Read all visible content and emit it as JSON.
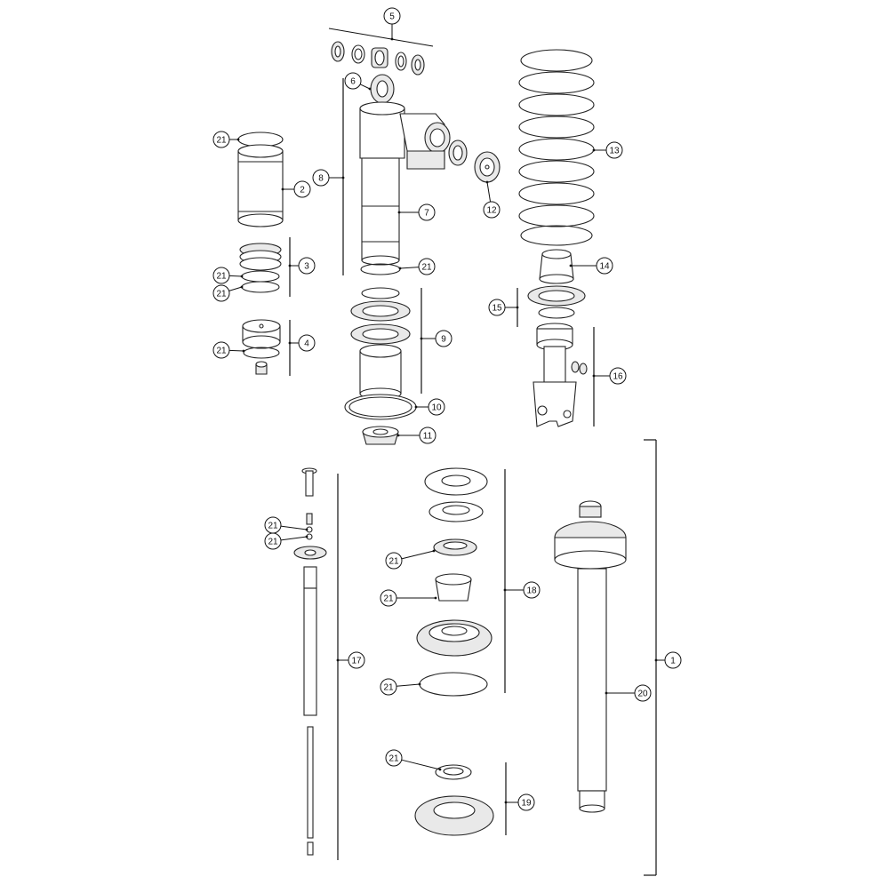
{
  "callouts": [
    {
      "label": "5"
    },
    {
      "label": "6"
    },
    {
      "label": "21"
    },
    {
      "label": "2"
    },
    {
      "label": "8"
    },
    {
      "label": "7"
    },
    {
      "label": "12"
    },
    {
      "label": "13"
    },
    {
      "label": "21"
    },
    {
      "label": "3"
    },
    {
      "label": "21"
    },
    {
      "label": "21"
    },
    {
      "label": "14"
    },
    {
      "label": "15"
    },
    {
      "label": "9"
    },
    {
      "label": "21"
    },
    {
      "label": "4"
    },
    {
      "label": "16"
    },
    {
      "label": "10"
    },
    {
      "label": "11"
    },
    {
      "label": "21"
    },
    {
      "label": "21"
    },
    {
      "label": "21"
    },
    {
      "label": "18"
    },
    {
      "label": "21"
    },
    {
      "label": "17"
    },
    {
      "label": "1"
    },
    {
      "label": "21"
    },
    {
      "label": "20"
    },
    {
      "label": "21"
    },
    {
      "label": "19"
    }
  ]
}
